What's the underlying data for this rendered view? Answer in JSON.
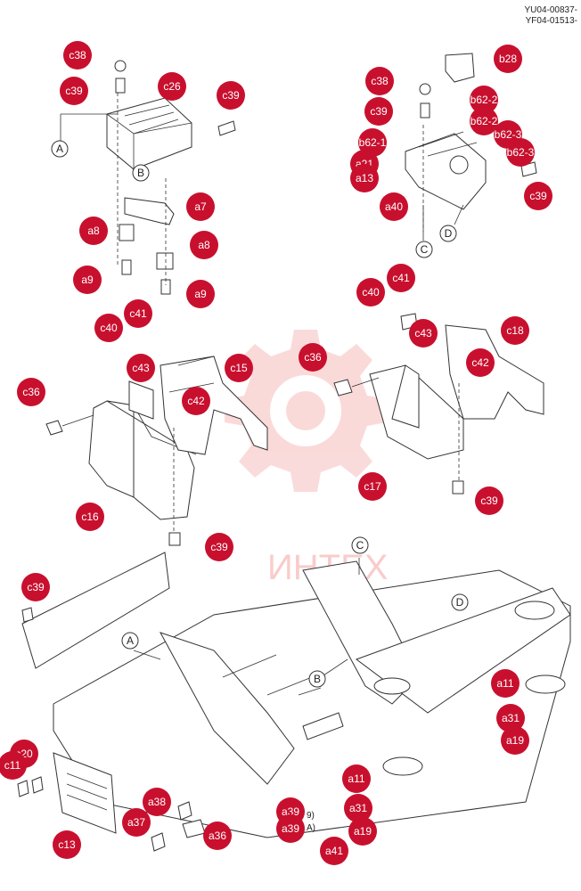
{
  "header": {
    "codes": [
      "YU04-00837-",
      "YF04-01513-"
    ]
  },
  "watermark": {
    "text": "ИНТЕХ",
    "color": "#e53935"
  },
  "colors": {
    "callout": "#c8102e",
    "line": "#333333"
  },
  "icons": {
    "callout": "filled-circle",
    "reference": "outlined-circle"
  },
  "callouts": [
    {
      "id": "c38a",
      "label": "c38"
    },
    {
      "id": "c39a",
      "label": "c39"
    },
    {
      "id": "c26",
      "label": "c26"
    },
    {
      "id": "c39b",
      "label": "c39"
    },
    {
      "id": "a7",
      "label": "a7"
    },
    {
      "id": "a8a",
      "label": "a8"
    },
    {
      "id": "a8b",
      "label": "a8"
    },
    {
      "id": "a9a",
      "label": "a9"
    },
    {
      "id": "a9b",
      "label": "a9"
    },
    {
      "id": "c41a",
      "label": "c41"
    },
    {
      "id": "c40a",
      "label": "c40"
    },
    {
      "id": "c43a",
      "label": "c43"
    },
    {
      "id": "c15",
      "label": "c15"
    },
    {
      "id": "c42a",
      "label": "c42"
    },
    {
      "id": "c36a",
      "label": "c36"
    },
    {
      "id": "c16",
      "label": "c16"
    },
    {
      "id": "c39c",
      "label": "c39"
    },
    {
      "id": "c38b",
      "label": "c38"
    },
    {
      "id": "c39d",
      "label": "c39"
    },
    {
      "id": "b28",
      "label": "b28"
    },
    {
      "id": "b62a",
      "label": "b62-2"
    },
    {
      "id": "b62b",
      "label": "b62-2"
    },
    {
      "id": "b62c",
      "label": "b62-3"
    },
    {
      "id": "b62d",
      "label": "b62-3"
    },
    {
      "id": "b62e",
      "label": "b62-1"
    },
    {
      "id": "a21",
      "label": "a21"
    },
    {
      "id": "a13",
      "label": "a13"
    },
    {
      "id": "a40",
      "label": "a40"
    },
    {
      "id": "c39e",
      "label": "c39"
    },
    {
      "id": "c41b",
      "label": "c41"
    },
    {
      "id": "c40b",
      "label": "c40"
    },
    {
      "id": "c43b",
      "label": "c43"
    },
    {
      "id": "c18",
      "label": "c18"
    },
    {
      "id": "c36b",
      "label": "c36"
    },
    {
      "id": "c42b",
      "label": "c42"
    },
    {
      "id": "c17",
      "label": "c17"
    },
    {
      "id": "c39f",
      "label": "c39"
    },
    {
      "id": "c39g",
      "label": "c39"
    },
    {
      "id": "a11a",
      "label": "a11"
    },
    {
      "id": "a31a",
      "label": "a31"
    },
    {
      "id": "a19a",
      "label": "a19"
    },
    {
      "id": "c20",
      "label": "c20"
    },
    {
      "id": "c11",
      "label": "c11"
    },
    {
      "id": "c13",
      "label": "c13"
    },
    {
      "id": "a38",
      "label": "a38"
    },
    {
      "id": "a37",
      "label": "a37"
    },
    {
      "id": "a36",
      "label": "a36"
    },
    {
      "id": "a39x",
      "label": "a39"
    },
    {
      "id": "a39",
      "label": "a39"
    },
    {
      "id": "a41",
      "label": "a41"
    },
    {
      "id": "a11b",
      "label": "a11"
    },
    {
      "id": "a31b",
      "label": "a31"
    },
    {
      "id": "a19b",
      "label": "a19"
    }
  ],
  "references": [
    {
      "id": "refA1",
      "label": "A"
    },
    {
      "id": "refB1",
      "label": "B"
    },
    {
      "id": "refC1",
      "label": "C"
    },
    {
      "id": "refD1",
      "label": "D"
    },
    {
      "id": "refC2",
      "label": "C"
    },
    {
      "id": "refD2",
      "label": "D"
    },
    {
      "id": "refA2",
      "label": "A"
    },
    {
      "id": "refB2",
      "label": "B"
    }
  ],
  "side_notes": [
    "9)",
    "A)"
  ]
}
